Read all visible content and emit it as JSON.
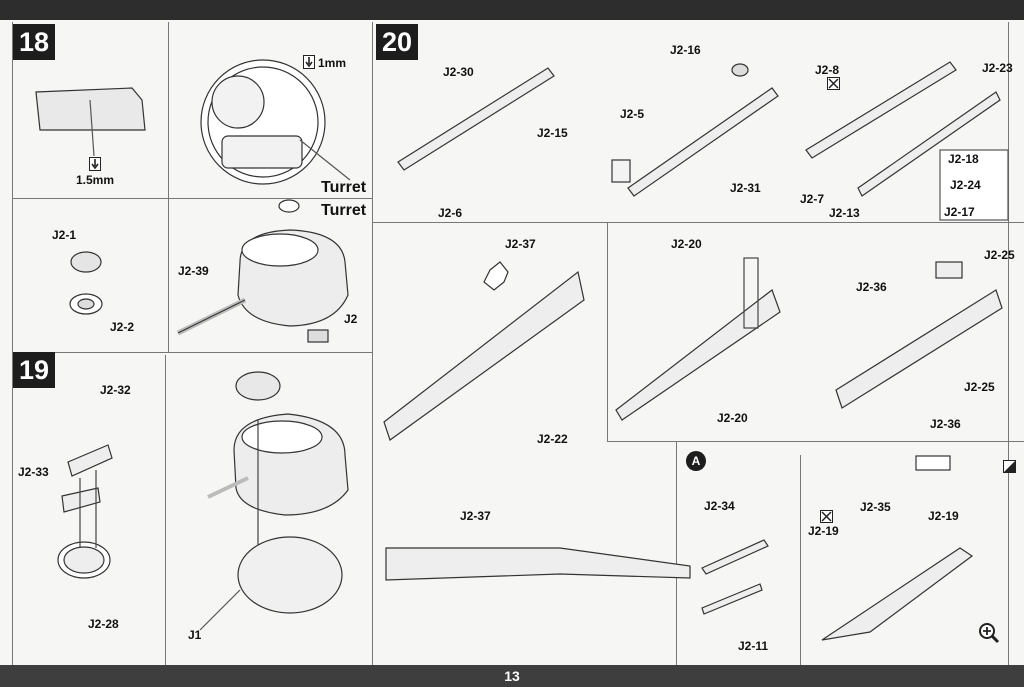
{
  "page_number": "13",
  "steps": {
    "s18": "18",
    "s19": "19",
    "s20": "20"
  },
  "badge_a": "A",
  "labels": {
    "mm1": "1mm",
    "mm15": "1.5mm",
    "turret1": "Turret",
    "turret2": "Turret",
    "j2_1": "J2-1",
    "j2_2": "J2-2",
    "j2_39": "J2-39",
    "j2": "J2",
    "j2_32": "J2-32",
    "j2_33": "J2-33",
    "j2_28": "J2-28",
    "j1": "J1",
    "j2_30": "J2-30",
    "j2_15": "J2-15",
    "j2_6": "J2-6",
    "j2_16": "J2-16",
    "j2_5": "J2-5",
    "j2_31": "J2-31",
    "j2_8": "J2-8",
    "j2_23": "J2-23",
    "j2_18": "J2-18",
    "j2_24": "J2-24",
    "j2_17": "J2-17",
    "j2_7": "J2-7",
    "j2_13": "J2-13",
    "j2_37a": "J2-37",
    "j2_22": "J2-22",
    "j2_20a": "J2-20",
    "j2_20b": "J2-20",
    "j2_25a": "J2-25",
    "j2_36a": "J2-36",
    "j2_25b": "J2-25",
    "j2_36b": "J2-36",
    "j2_37b": "J2-37",
    "j2_34": "J2-34",
    "j2_11": "J2-11",
    "j2_35": "J2-35",
    "j2_19a": "J2-19",
    "j2_19b": "J2-19"
  },
  "icons": {
    "drill": "drill-icon",
    "glue": "glue-icon",
    "no_glue": "no-glue-icon",
    "zoom": "magnify-icon"
  }
}
